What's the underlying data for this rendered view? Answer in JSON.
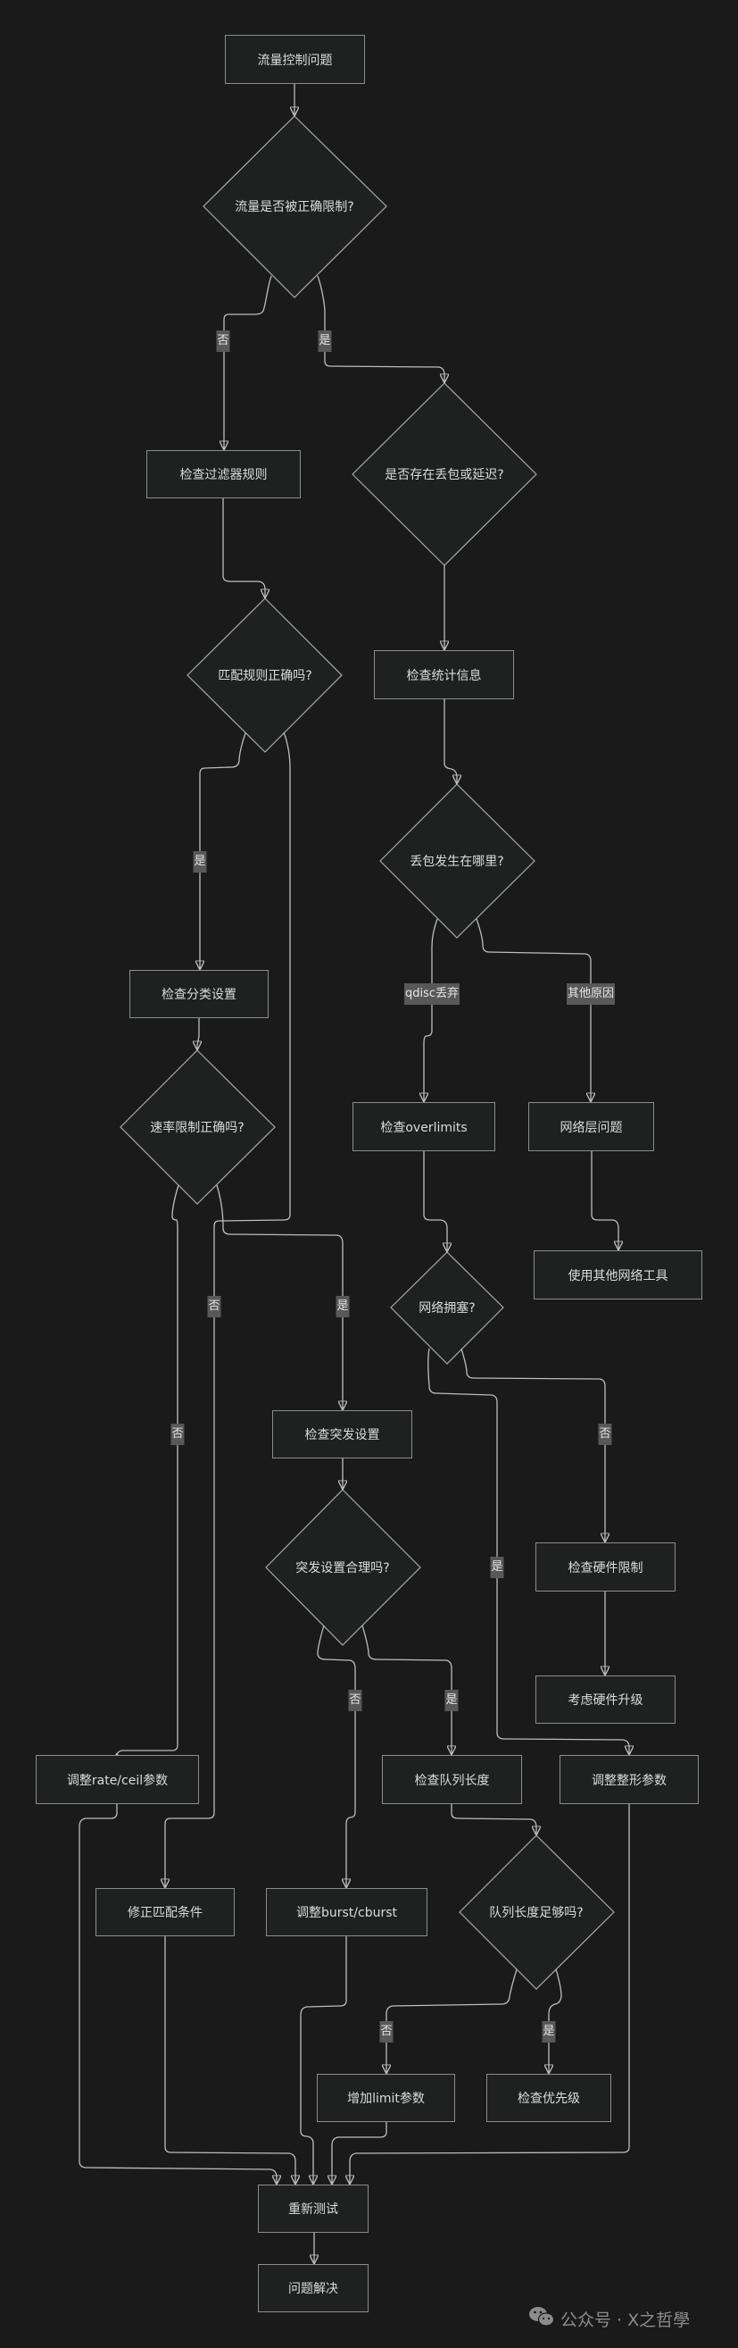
{
  "colors": {
    "background": "#1a1a1a",
    "node_fill": "#1f2121",
    "node_border": "#8c8c8c",
    "edge": "#bdbdbd",
    "edge_label_bg": "#585858",
    "text": "#dcdcdc",
    "watermark": "#8c8c8c"
  },
  "nodes": {
    "start": "流量控制问题",
    "q_limited": "流量是否被正确限制?",
    "check_filter": "检查过滤器规则",
    "q_loss_delay": "是否存在丢包或延迟?",
    "q_match": "匹配规则正确吗?",
    "check_stats": "检查统计信息",
    "q_where_drop": "丢包发生在哪里?",
    "check_class": "检查分类设置",
    "q_rate": "速率限制正确吗?",
    "check_overlimits": "检查overlimits",
    "network_layer": "网络层问题",
    "q_congestion": "网络拥塞?",
    "other_tools": "使用其他网络工具",
    "check_burst": "检查突发设置",
    "q_burst_ok": "突发设置合理吗?",
    "check_hw": "检查硬件限制",
    "hw_upgrade": "考虑硬件升级",
    "adjust_rate": "调整rate/ceil参数",
    "check_queue": "检查队列长度",
    "adjust_shaping": "调整整形参数",
    "fix_match": "修正匹配条件",
    "adjust_burst": "调整burst/cburst",
    "q_queue_ok": "队列长度足够吗?",
    "inc_limit": "增加limit参数",
    "check_priority": "检查优先级",
    "retest": "重新测试",
    "solved": "问题解决"
  },
  "edge_labels": {
    "limited_no": "否",
    "limited_yes": "是",
    "match_yes": "是",
    "drop_qdisc": "qdisc丢弃",
    "drop_other": "其他原因",
    "match_no": "否",
    "rate_yes": "是",
    "rate_no": "否",
    "congestion_no": "否",
    "congestion_yes": "是",
    "burst_no": "否",
    "burst_yes": "是",
    "queue_no": "否",
    "queue_yes": "是"
  },
  "watermark": {
    "icon": "wechat-icon",
    "text": "公众号 · X之哲學"
  }
}
